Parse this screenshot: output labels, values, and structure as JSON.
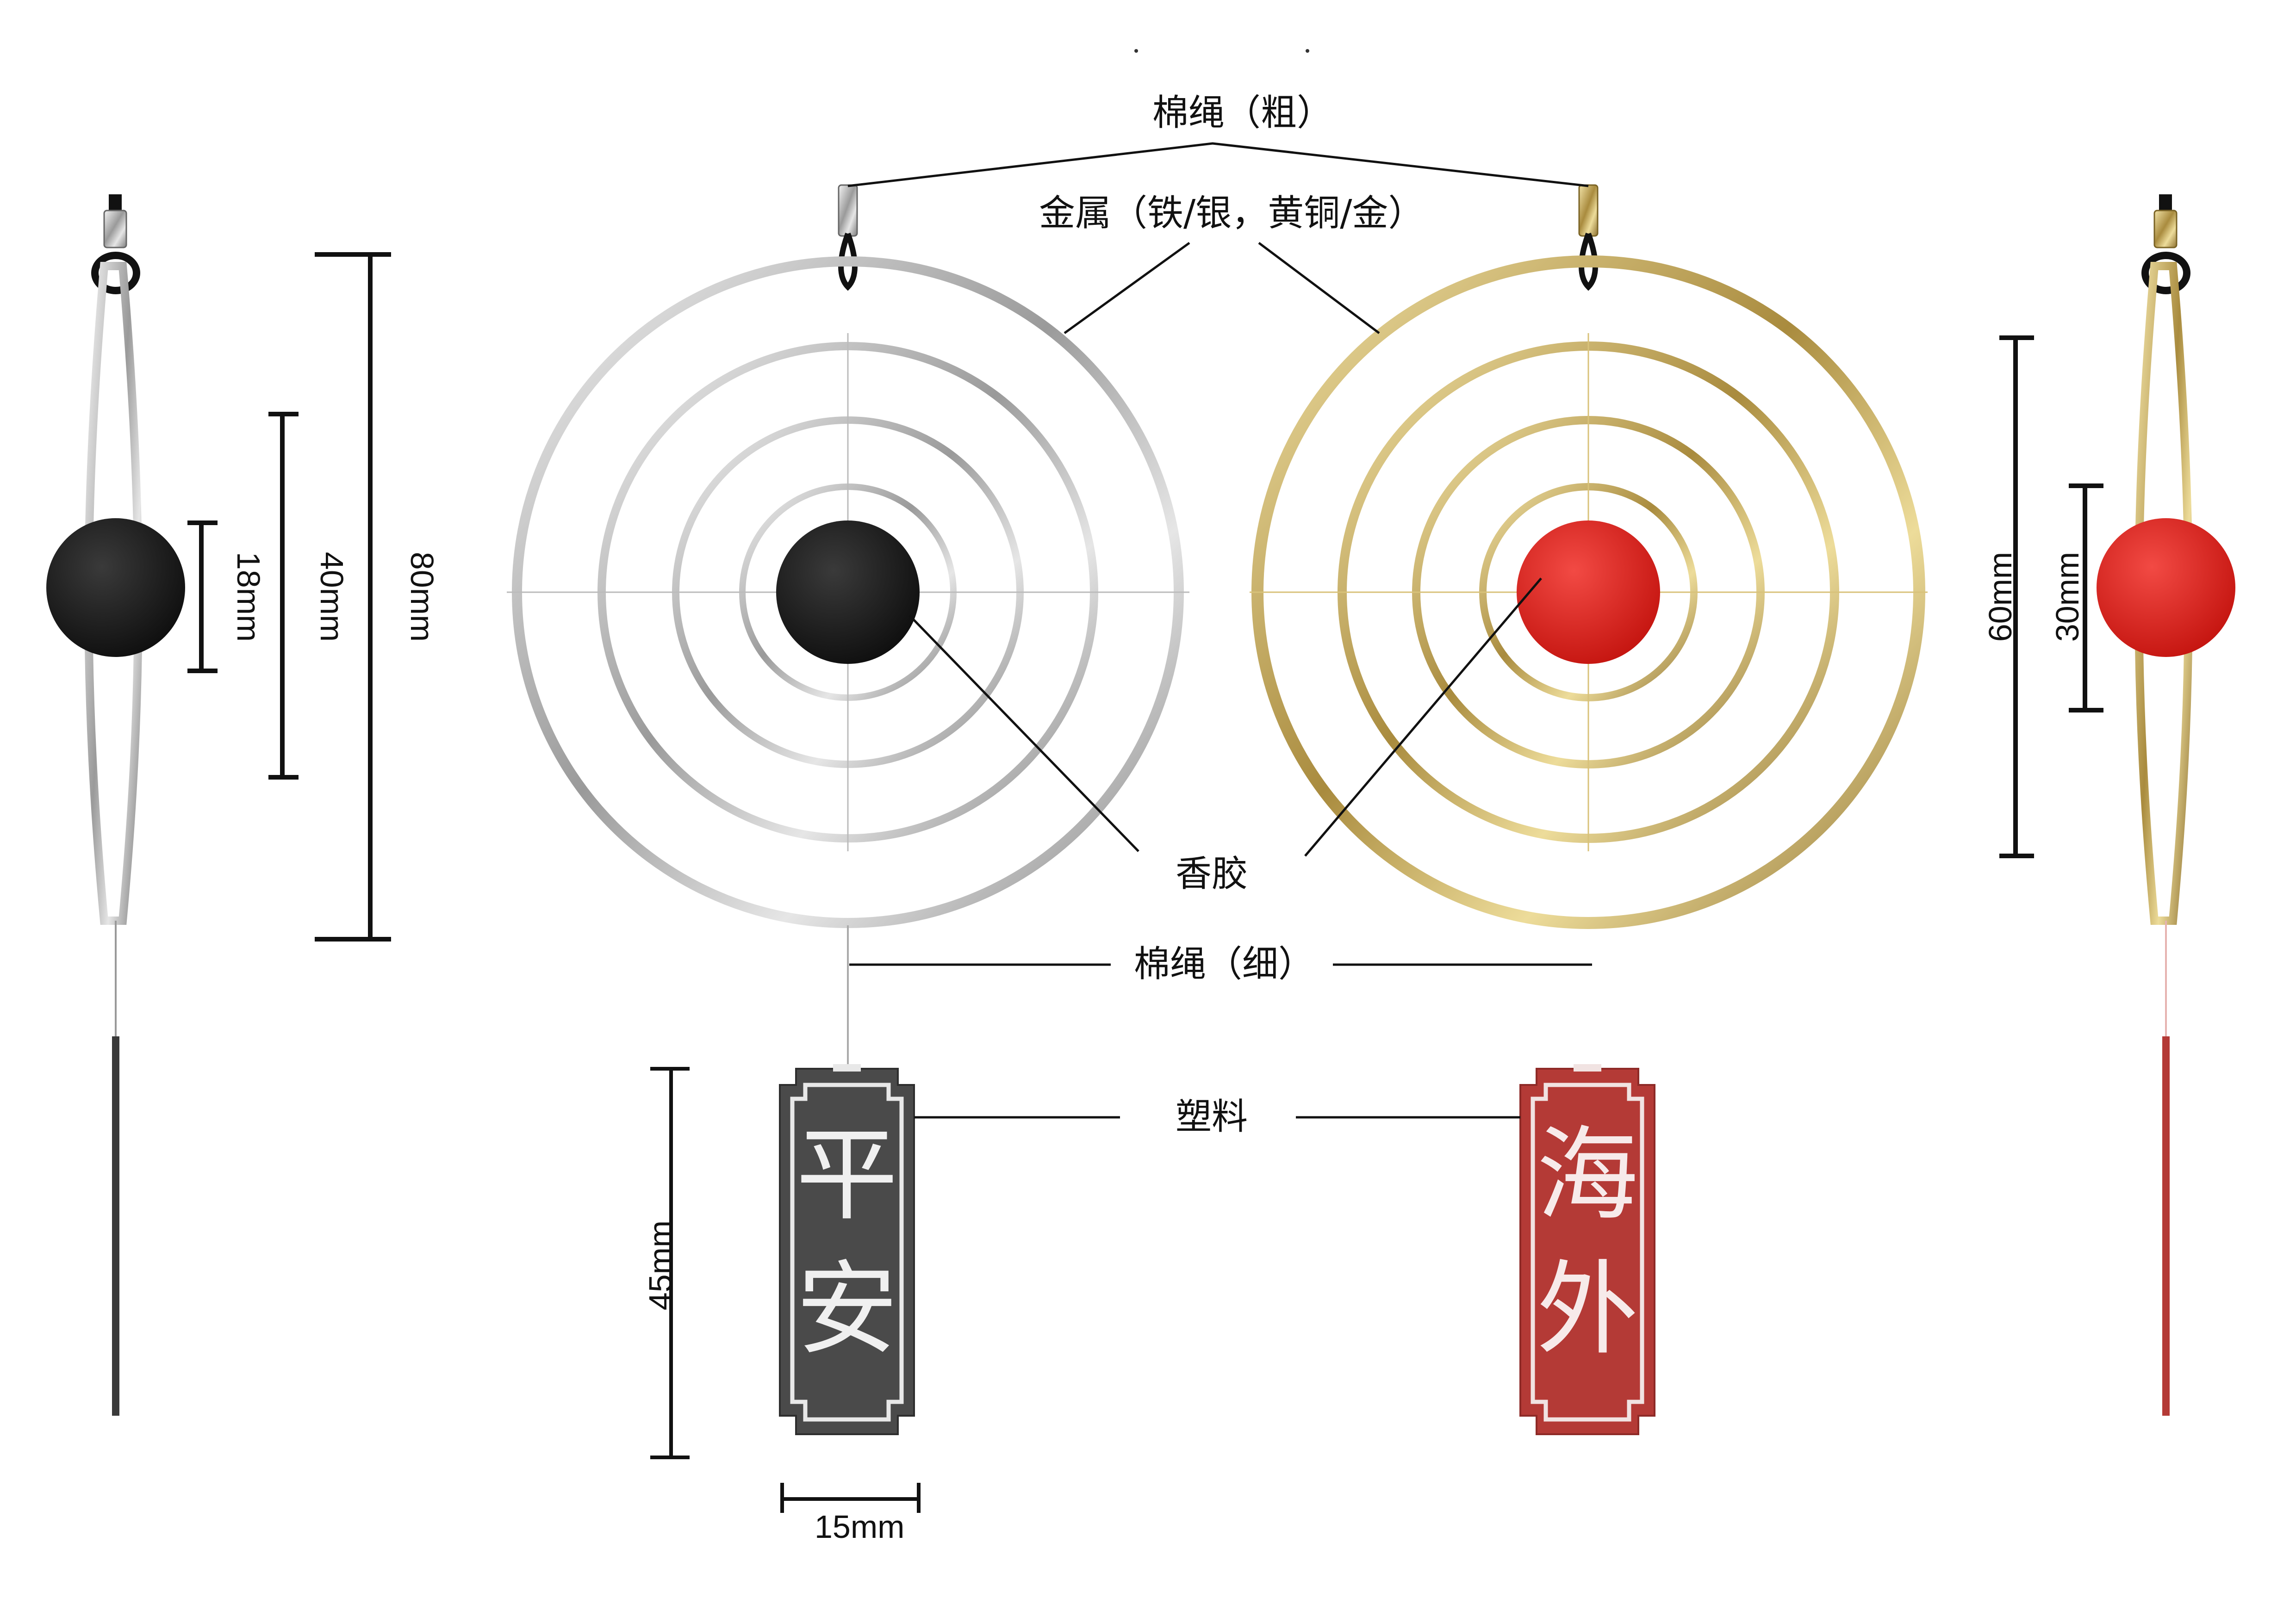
{
  "labels": {
    "cotton_thick": "棉绳（粗）",
    "metal": "金属（铁/银，黄铜/金）",
    "incense_resin": "香胶",
    "cotton_thin": "棉绳（细）",
    "plastic": "塑料"
  },
  "dimensions": {
    "d18": "18mm",
    "d40": "40mm",
    "d80": "80mm",
    "d60": "60mm",
    "d30": "30mm",
    "d45": "45mm",
    "d15": "15mm"
  },
  "tags": {
    "left_text_top": "平",
    "left_text_bottom": "安",
    "right_text_top": "海",
    "right_text_bottom": "外"
  },
  "colors": {
    "silver": "#c9c9c9",
    "gold": "#c9ad62",
    "black_ball": "#1d1d1d",
    "red_ball": "#e0201e",
    "left_tag": "#4a4a4a",
    "right_tag": "#b43a36"
  }
}
